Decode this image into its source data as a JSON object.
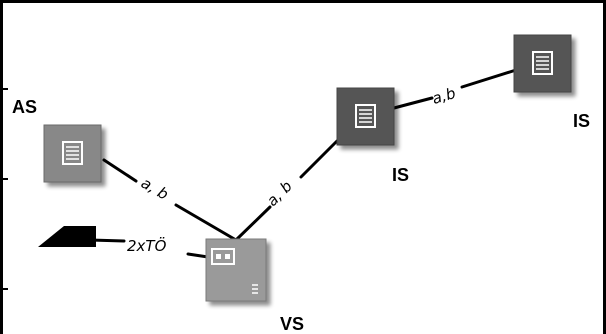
{
  "nodes": {
    "as_node": {
      "label": "AS"
    },
    "vs_node": {
      "label": "VS"
    },
    "is_node_mid": {
      "label": "IS"
    },
    "is_node_right": {
      "label": "IS"
    }
  },
  "edges": {
    "as_vs": {
      "label": "a, b"
    },
    "vs_is_mid": {
      "label": "a, b"
    },
    "is_mid_is_right": {
      "label": "a,b"
    },
    "terminal_vs": {
      "label": "2xTÖ"
    }
  },
  "colors": {
    "node_dark": "#555555",
    "node_medium": "#888888",
    "node_light": "#9a9a9a",
    "line": "#000000"
  }
}
